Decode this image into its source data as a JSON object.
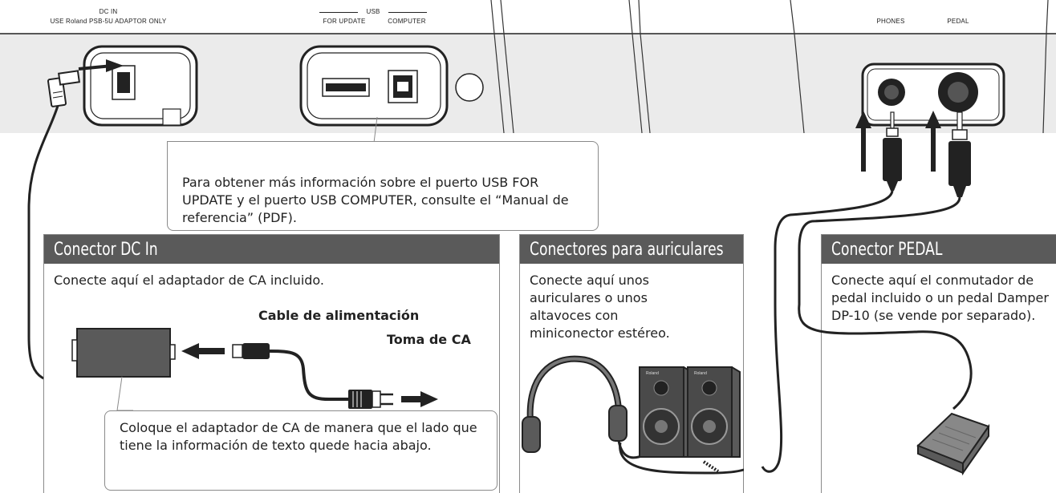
{
  "top_labels": {
    "dc_in": "DC IN",
    "dc_in_note": "USE Roland PSB-5U ADAPTOR ONLY",
    "usb": "USB",
    "usb_update": "FOR UPDATE",
    "usb_computer": "COMPUTER",
    "phones": "PHONES",
    "pedal": "PEDAL"
  },
  "usb_callout": "Para obtener más información sobre el puerto USB FOR UPDATE y el puerto USB COMPUTER, consulte el “Manual de referencia” (PDF).",
  "dc_panel": {
    "title": "Conector DC In",
    "text": "Conecte aquí el adaptador de CA incluido.",
    "power_cable_label": "Cable de alimentación",
    "outlet_label": "Toma de CA",
    "adapter_callout": "Coloque el adaptador de CA de manera que el lado que tiene la información de texto quede hacia abajo."
  },
  "phones_panel": {
    "title": "Conectores para auriculares",
    "text": "Conecte aquí unos auriculares o unos altavoces con miniconector estéreo."
  },
  "pedal_panel": {
    "title": "Conector PEDAL",
    "text": "Conecte aquí el conmutador de pedal incluido o un pedal Damper DP-10 (se vende por separado)."
  },
  "speaker_brand": "Roland",
  "colors": {
    "panel_header": "#5a5a5a",
    "device_body": "#ebebeb",
    "cable": "#222222"
  }
}
